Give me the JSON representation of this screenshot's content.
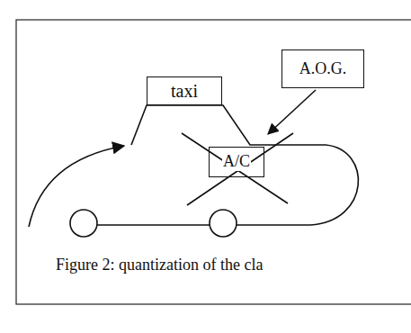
{
  "diagram": {
    "caption": "Figure 2: quantization of the cla",
    "nodes": [
      {
        "text": [
          "taxi"
        ]
      },
      {
        "text": [
          "A.O.G."
        ]
      },
      {
        "text": [
          "A/C"
        ]
      }
    ],
    "edges": [
      {
        "from": 1,
        "to": 2,
        "arrow": "to"
      }
    ]
  }
}
